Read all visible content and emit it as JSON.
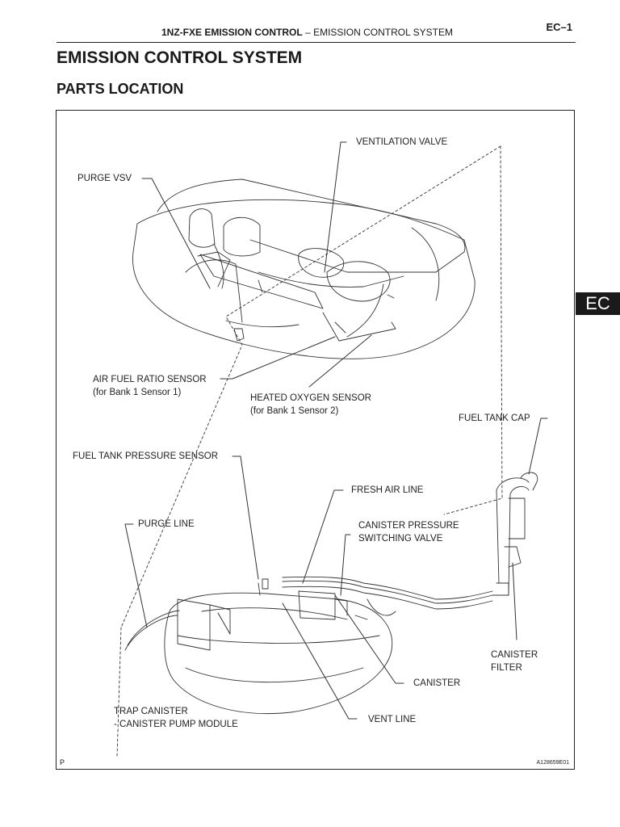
{
  "header": {
    "section_bold": "1NZ-FXE EMISSION CONTROL",
    "section_sep": "–",
    "section_rest": "EMISSION CONTROL SYSTEM",
    "page_number": "EC–1"
  },
  "title": "EMISSION CONTROL SYSTEM",
  "subtitle": "PARTS LOCATION",
  "side_tab": "EC",
  "figure": {
    "labels": {
      "ventilation_valve": "VENTILATION VALVE",
      "purge_vsv": "PURGE VSV",
      "af_sensor": "AIR FUEL RATIO SENSOR",
      "af_sensor_sub": "(for Bank 1 Sensor 1)",
      "ho2_sensor": "HEATED OXYGEN SENSOR",
      "ho2_sensor_sub": "(for Bank 1 Sensor 2)",
      "fuel_tank_cap": "FUEL TANK CAP",
      "fuel_tank_pressure_sensor": "FUEL TANK PRESSURE SENSOR",
      "fresh_air_line": "FRESH AIR LINE",
      "purge_line": "PURGE LINE",
      "csv_line1": "CANISTER PRESSURE",
      "csv_line2": "SWITCHING VALVE",
      "canister_filter_line1": "CANISTER",
      "canister_filter_line2": "FILTER",
      "canister": "CANISTER",
      "trap_canister_line1": "TRAP CANISTER",
      "trap_canister_line2": "- CANISTER PUMP MODULE",
      "vent_line": "VENT LINE"
    },
    "corner_left": "P",
    "corner_right": "A128659E01"
  }
}
